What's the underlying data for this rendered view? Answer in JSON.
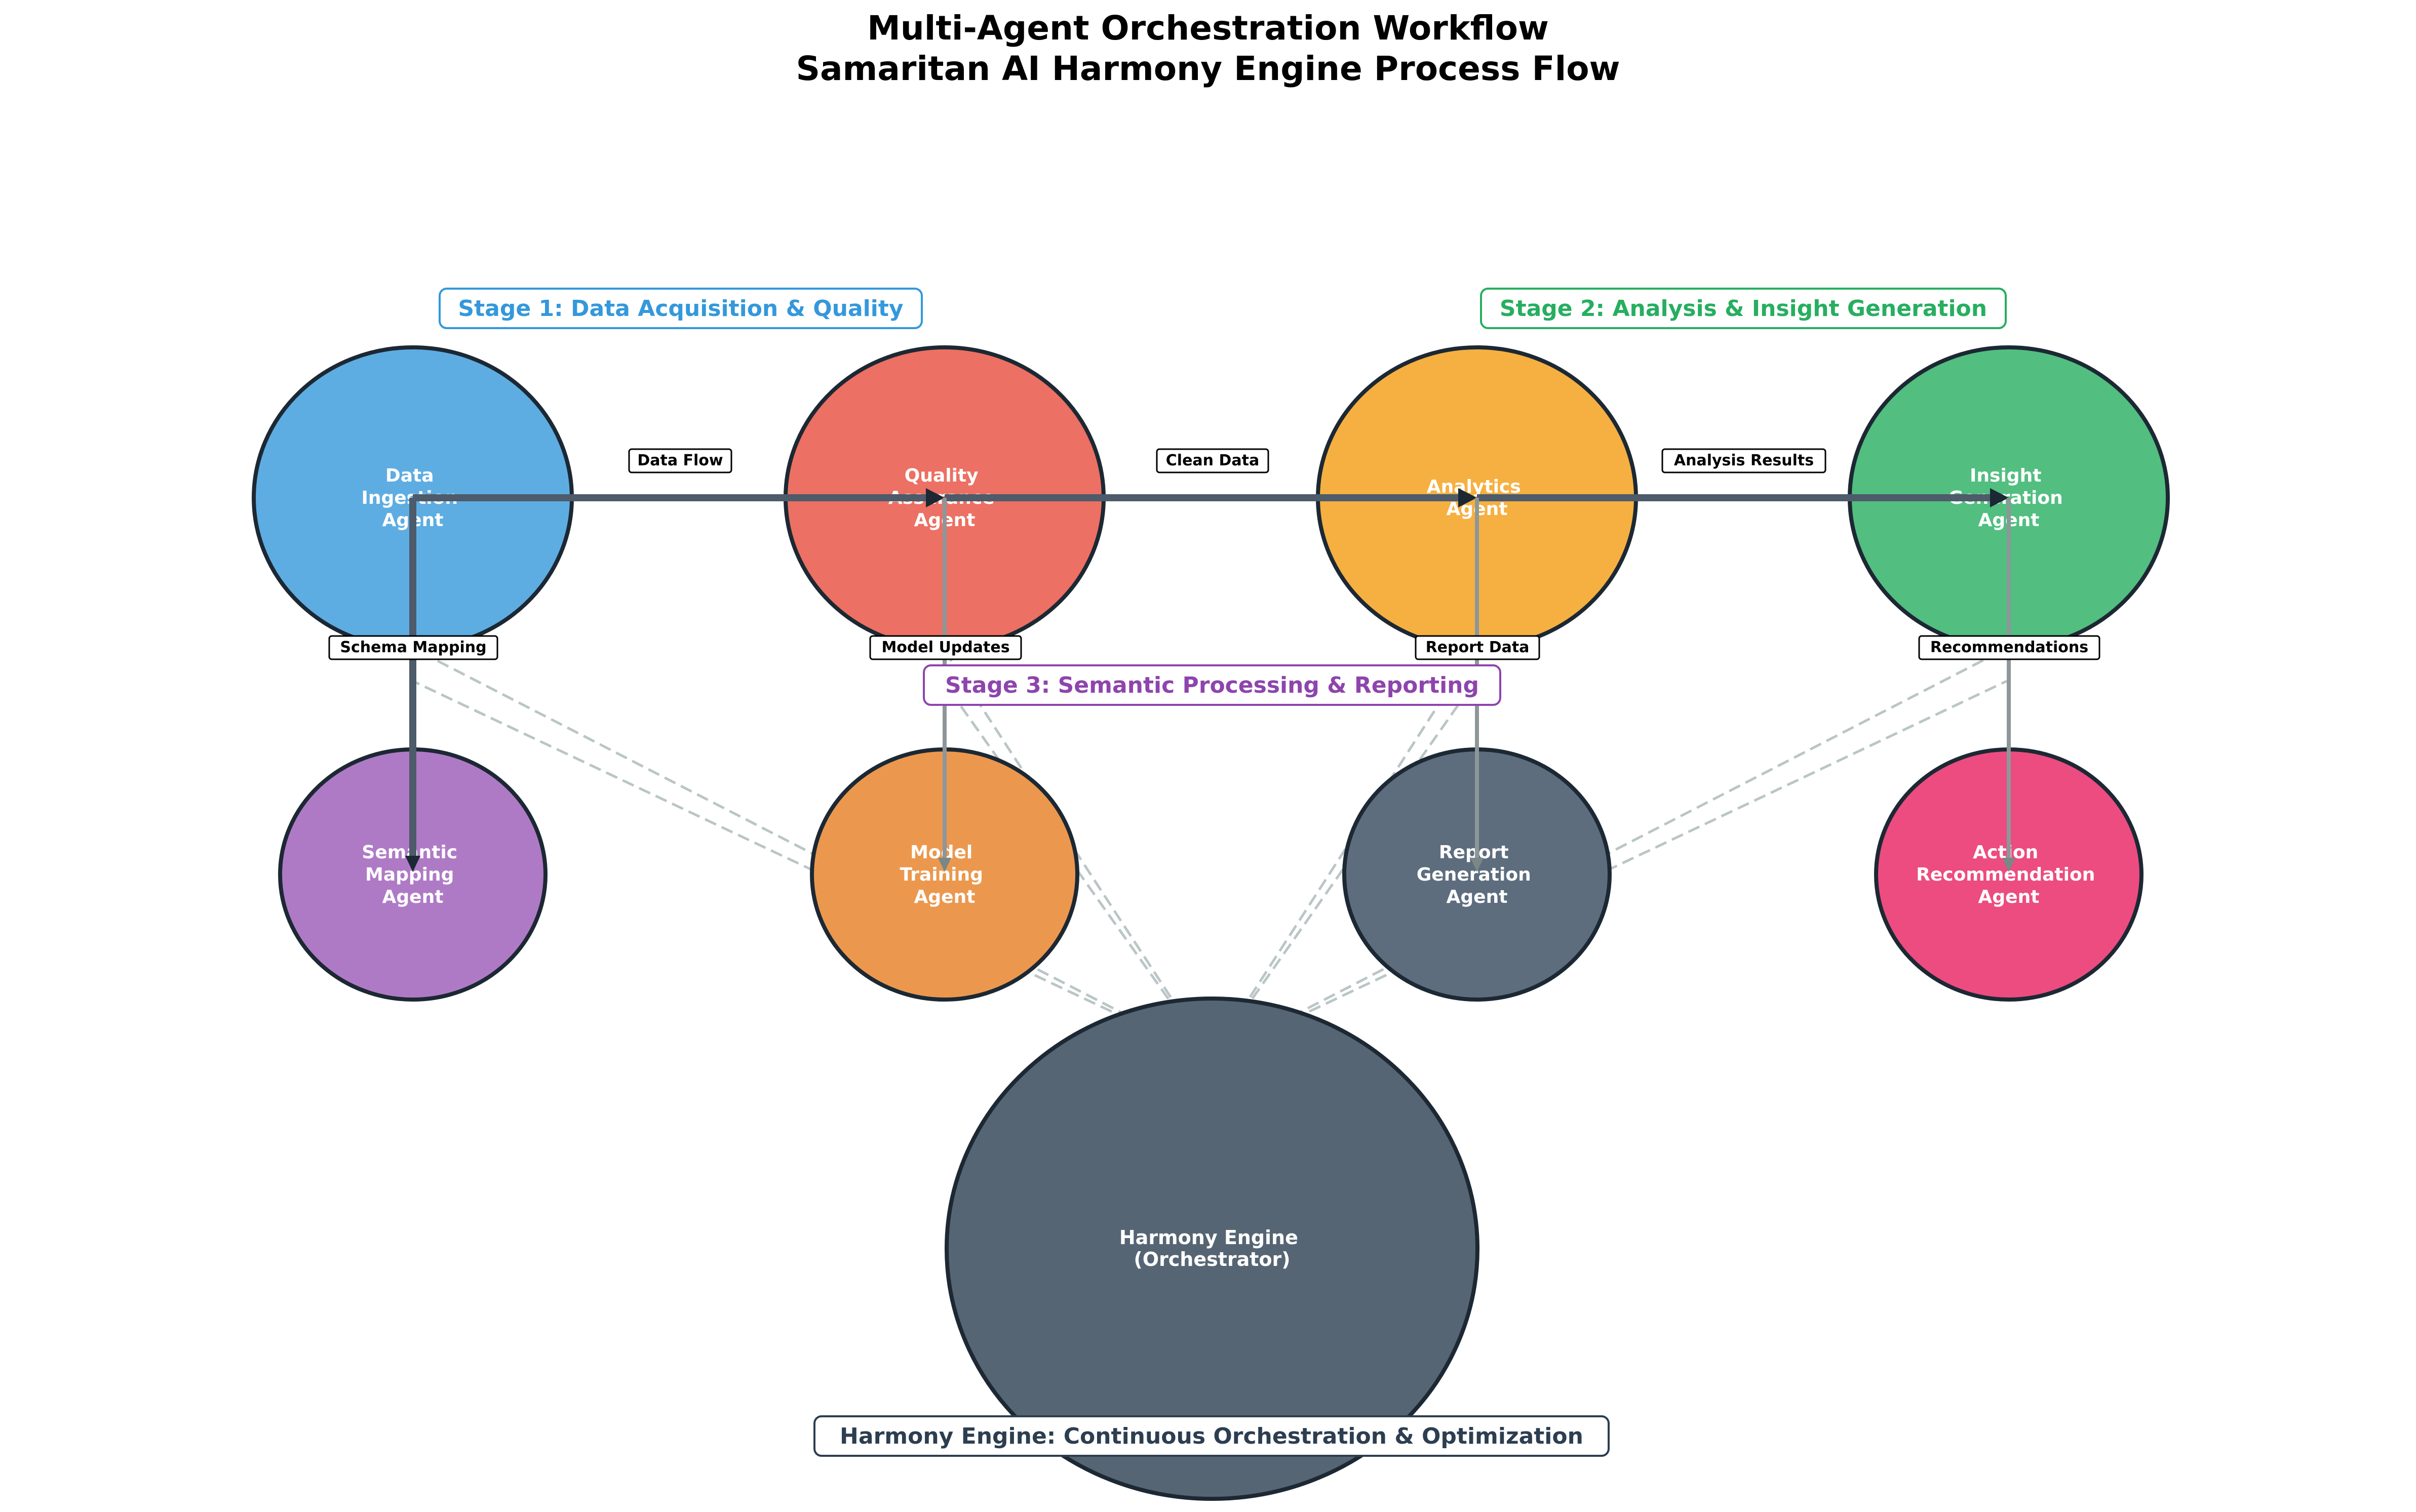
{
  "title": {
    "line1": "Multi-Agent Orchestration Workflow",
    "line2": "Samaritan AI Harmony Engine Process Flow"
  },
  "stages": {
    "stage1": {
      "label": "Stage 1: Data Acquisition & Quality",
      "color": "#3498db"
    },
    "stage2": {
      "label": "Stage 2: Analysis & Insight Generation",
      "color": "#27ae60"
    },
    "stage3": {
      "label": "Stage 3: Semantic Processing & Reporting",
      "color": "#8e44ad"
    }
  },
  "agents": [
    {
      "id": "ingestion",
      "lines": [
        "Data",
        "Ingestion",
        "Agent"
      ],
      "color": "#5dade2"
    },
    {
      "id": "quality",
      "lines": [
        "Quality",
        "Assurance",
        "Agent"
      ],
      "color": "#ec7063"
    },
    {
      "id": "analytics",
      "lines": [
        "Analytics",
        "Agent"
      ],
      "color": "#f5b041"
    },
    {
      "id": "insight",
      "lines": [
        "Insight",
        "Generation",
        "Agent"
      ],
      "color": "#52be80"
    },
    {
      "id": "semantic",
      "lines": [
        "Semantic",
        "Mapping",
        "Agent"
      ],
      "color": "#af7ac5"
    },
    {
      "id": "training",
      "lines": [
        "Model",
        "Training",
        "Agent"
      ],
      "color": "#eb984e"
    },
    {
      "id": "report",
      "lines": [
        "Report",
        "Generation",
        "Agent"
      ],
      "color": "#5d6d7e"
    },
    {
      "id": "action",
      "lines": [
        "Action",
        "Recommendation",
        "Agent"
      ],
      "color": "#ec4c80"
    }
  ],
  "orchestrator": {
    "lines": [
      "Harmony Engine",
      "(Orchestrator)"
    ],
    "color": "#566573"
  },
  "flow_labels": {
    "data_flow": "Data Flow",
    "clean_data": "Clean Data",
    "analysis_results": "Analysis Results",
    "schema_mapping": "Schema Mapping",
    "model_updates": "Model Updates",
    "report_data": "Report Data",
    "recommendations": "Recommendations"
  },
  "footer": {
    "label": "Harmony Engine: Continuous Orchestration & Optimization",
    "color": "#2c3e50"
  }
}
